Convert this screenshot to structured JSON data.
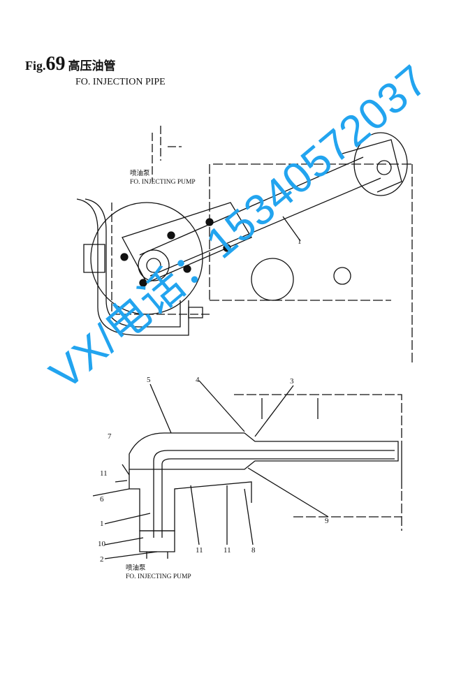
{
  "header": {
    "fig_prefix": "Fig.",
    "fig_number": "69",
    "title_cn": "高压油管",
    "title_en": "FO. INJECTION PIPE"
  },
  "upper_view": {
    "pump_label_cn": "喷油泵",
    "pump_label_en": "FO. INJECTING PUMP",
    "callouts": [
      "1"
    ]
  },
  "lower_view": {
    "pump_label_cn": "喷油泵",
    "pump_label_en": "FO. INJECTING PUMP",
    "callouts": [
      "5",
      "4",
      "3",
      "7",
      "11",
      "6",
      "1",
      "10",
      "2",
      "11",
      "11",
      "8",
      "9"
    ]
  },
  "watermark": {
    "text": "VX/电话：15340572037",
    "color": "#22a4ef"
  }
}
